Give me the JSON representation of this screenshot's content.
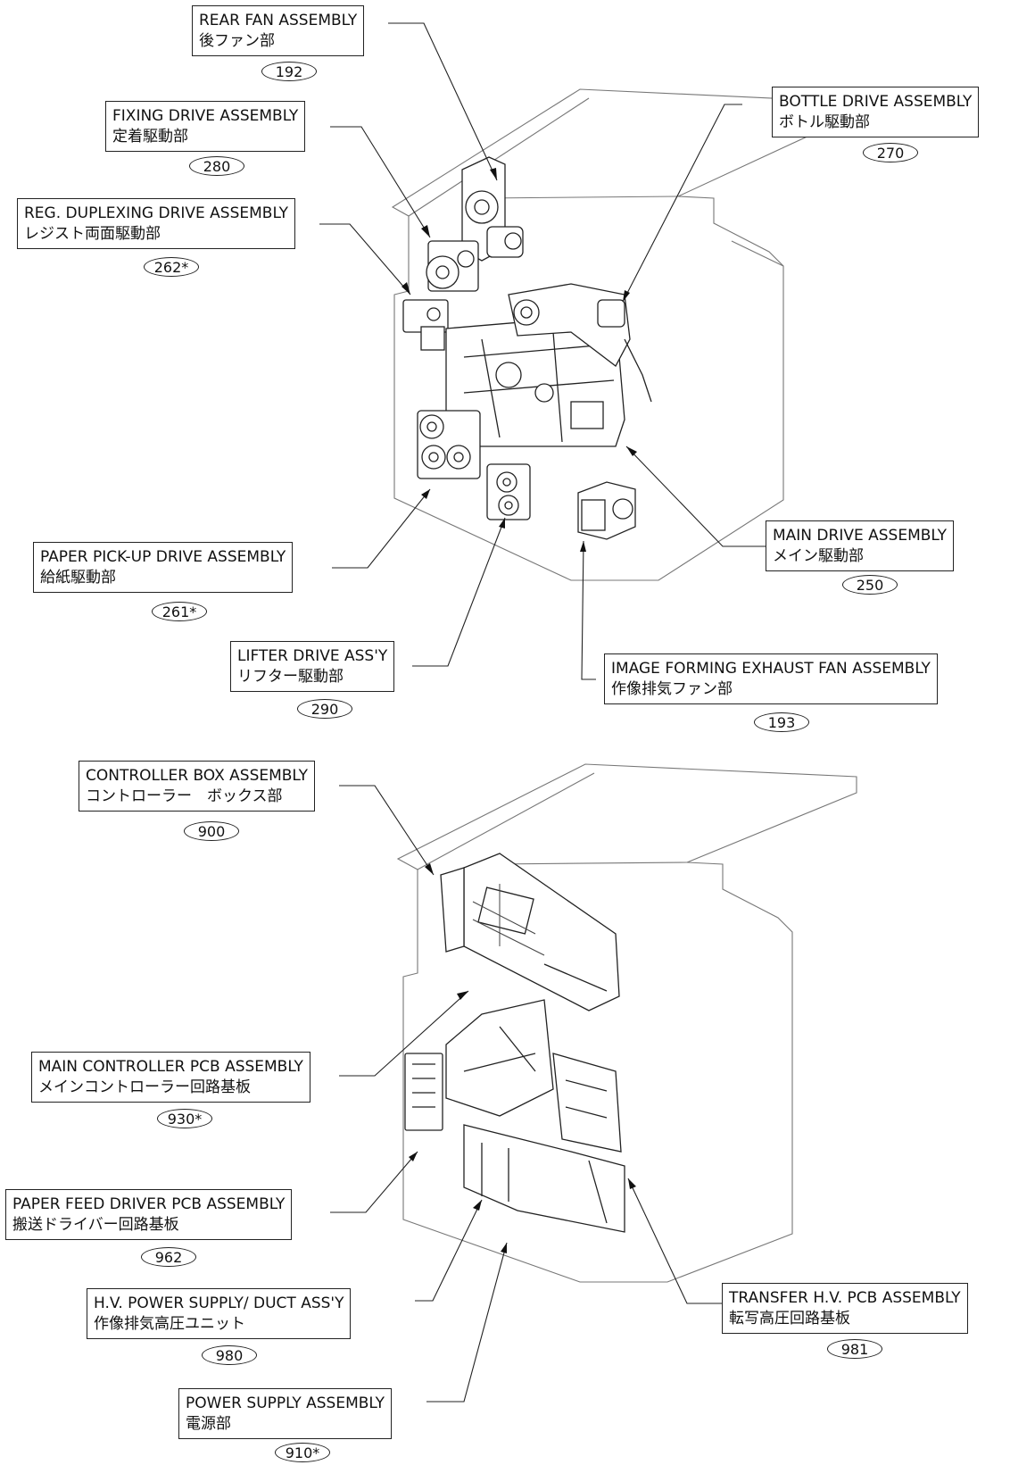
{
  "components": [
    {
      "id": "rear-fan",
      "en": "REAR FAN ASSEMBLY",
      "jp": "後ファン部",
      "ref": "192"
    },
    {
      "id": "fixing-drive",
      "en": "FIXING DRIVE ASSEMBLY",
      "jp": "定着駆動部",
      "ref": "280"
    },
    {
      "id": "reg-duplexing-drive",
      "en": "REG. DUPLEXING DRIVE ASSEMBLY",
      "jp": "レジスト両面駆動部",
      "ref": "262*"
    },
    {
      "id": "bottle-drive",
      "en": "BOTTLE DRIVE ASSEMBLY",
      "jp": "ボトル駆動部",
      "ref": "270"
    },
    {
      "id": "paper-pickup-drive",
      "en": "PAPER PICK-UP DRIVE ASSEMBLY",
      "jp": "給紙駆動部",
      "ref": "261*"
    },
    {
      "id": "main-drive",
      "en": "MAIN DRIVE ASSEMBLY",
      "jp": "メイン駆動部",
      "ref": "250"
    },
    {
      "id": "lifter-drive",
      "en": "LIFTER DRIVE ASS'Y",
      "jp": "リフター駆動部",
      "ref": "290"
    },
    {
      "id": "image-forming-exhaust-fan",
      "en": "IMAGE FORMING EXHAUST FAN ASSEMBLY",
      "jp": "作像排気ファン部",
      "ref": "193"
    },
    {
      "id": "controller-box",
      "en": "CONTROLLER BOX ASSEMBLY",
      "jp": "コントローラー　ボックス部",
      "ref": "900"
    },
    {
      "id": "main-controller-pcb",
      "en": "MAIN CONTROLLER PCB ASSEMBLY",
      "jp": "メインコントローラー回路基板",
      "ref": "930*"
    },
    {
      "id": "paper-feed-driver-pcb",
      "en": "PAPER FEED DRIVER PCB ASSEMBLY",
      "jp": "搬送ドライバー回路基板",
      "ref": "962"
    },
    {
      "id": "hv-power-supply-duct",
      "en": "H.V. POWER SUPPLY/ DUCT ASS'Y",
      "jp": "作像排気高圧ユニット",
      "ref": "980"
    },
    {
      "id": "transfer-hv-pcb",
      "en": "TRANSFER H.V. PCB ASSEMBLY",
      "jp": "転写高圧回路基板",
      "ref": "981"
    },
    {
      "id": "power-supply",
      "en": "POWER SUPPLY ASSEMBLY",
      "jp": "電源部",
      "ref": "910*"
    }
  ]
}
